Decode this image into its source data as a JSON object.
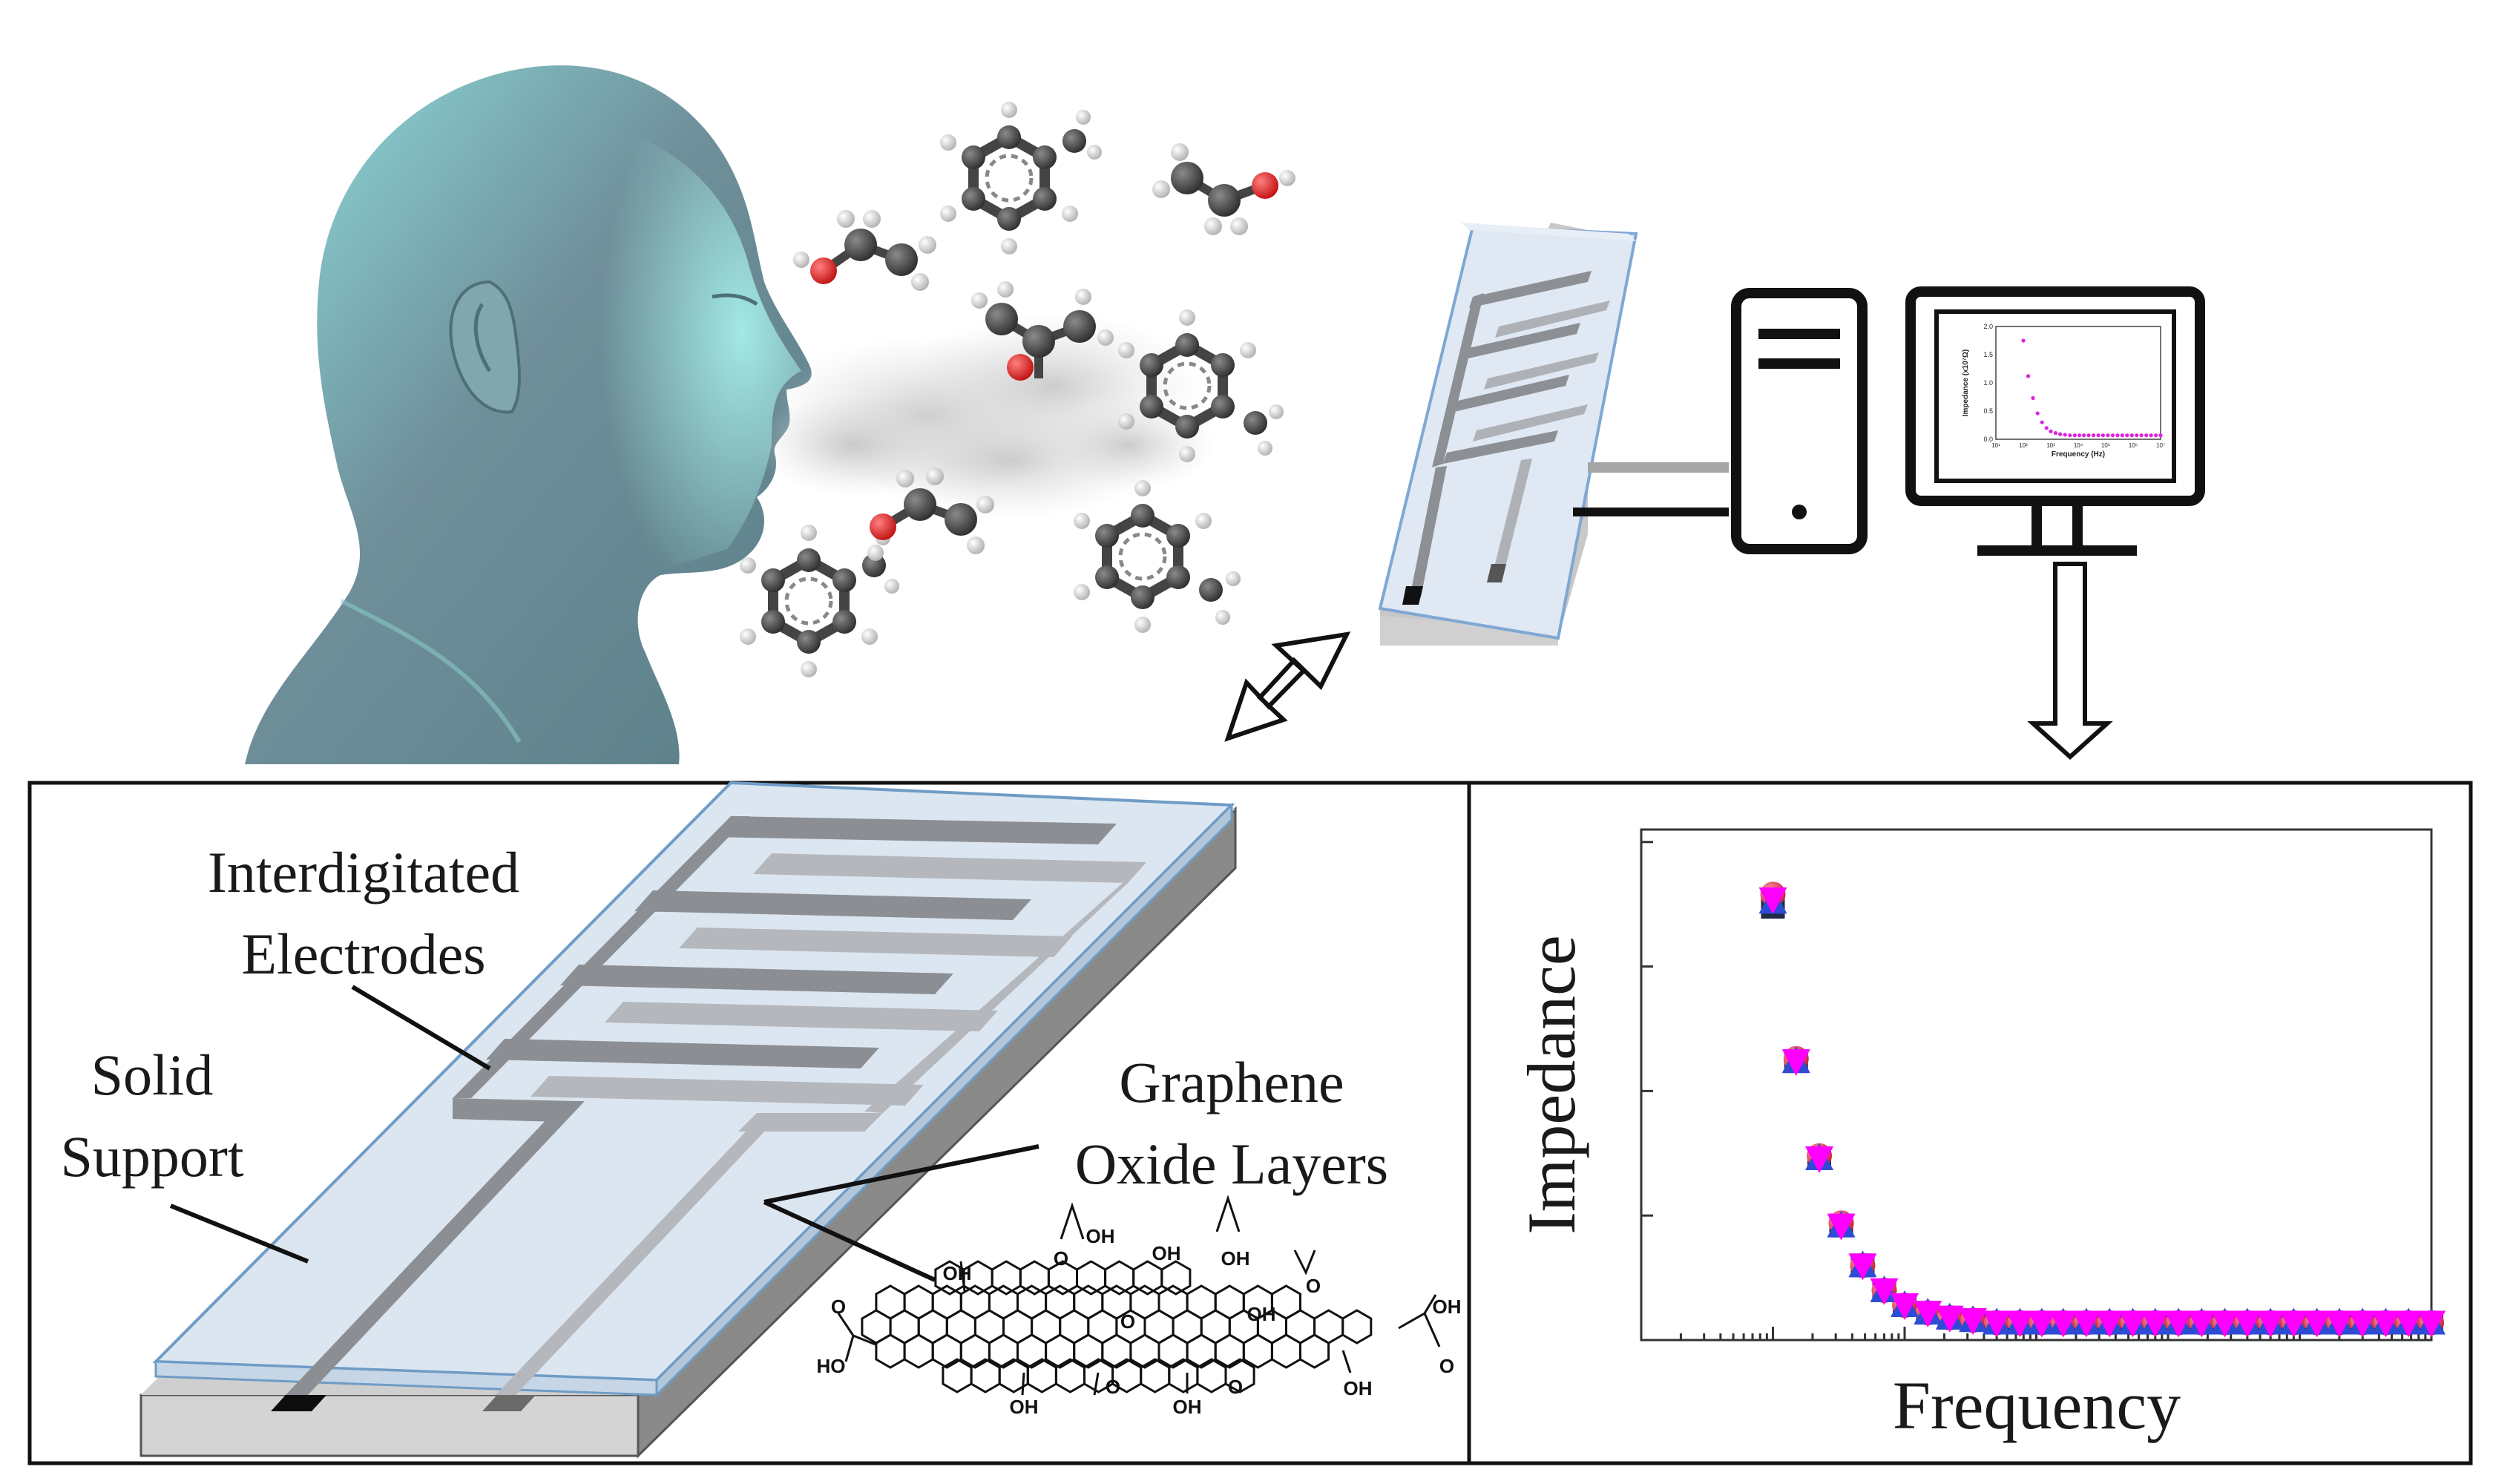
{
  "labels": {
    "interdigitated_line1": "Interdigitated",
    "interdigitated_line2": "Electrodes",
    "solid_line1": "Solid",
    "solid_line2": "Support",
    "graphene_line1": "Graphene",
    "graphene_line2": "Oxide Layers"
  },
  "molecule_labels": {
    "oh": "OH",
    "ho": "HO",
    "o": "O"
  },
  "chart_data": [
    {
      "type": "scatter",
      "title": "",
      "xlabel": "Frequency",
      "ylabel": "Impedance",
      "x_scale": "log",
      "xlim": [
        10,
        10000000
      ],
      "ylim": [
        0,
        2.05
      ],
      "grid": false,
      "x": [
        100,
        150,
        225,
        330,
        480,
        700,
        1000,
        1500,
        2200,
        3300,
        5000,
        7500,
        11000,
        16000,
        24000,
        36000,
        54000,
        80000,
        120000,
        180000,
        270000,
        400000,
        600000,
        900000,
        1350000,
        2000000,
        3000000,
        4500000,
        6700000,
        10000000
      ],
      "series": [
        {
          "color": "#1f2a44",
          "marker": "square",
          "values": [
            1.74,
            1.12,
            0.73,
            0.46,
            0.3,
            0.2,
            0.14,
            0.11,
            0.09,
            0.08,
            0.07,
            0.07,
            0.07,
            0.07,
            0.07,
            0.07,
            0.07,
            0.07,
            0.07,
            0.07,
            0.07,
            0.07,
            0.07,
            0.07,
            0.07,
            0.07,
            0.07,
            0.07,
            0.07,
            0.07
          ]
        },
        {
          "color": "#d8334a",
          "marker": "circle",
          "values": [
            1.79,
            1.13,
            0.74,
            0.47,
            0.3,
            0.2,
            0.14,
            0.11,
            0.09,
            0.08,
            0.07,
            0.07,
            0.07,
            0.07,
            0.07,
            0.07,
            0.07,
            0.07,
            0.07,
            0.07,
            0.07,
            0.07,
            0.07,
            0.07,
            0.07,
            0.07,
            0.07,
            0.07,
            0.07,
            0.07
          ]
        },
        {
          "color": "#2e4bd6",
          "marker": "triangle-up",
          "values": [
            1.76,
            1.12,
            0.73,
            0.46,
            0.3,
            0.2,
            0.14,
            0.11,
            0.09,
            0.08,
            0.07,
            0.07,
            0.07,
            0.07,
            0.07,
            0.07,
            0.07,
            0.07,
            0.07,
            0.07,
            0.07,
            0.07,
            0.07,
            0.07,
            0.07,
            0.07,
            0.07,
            0.07,
            0.07,
            0.07
          ]
        },
        {
          "color": "#ff00ff",
          "marker": "triangle-down",
          "values": [
            1.77,
            1.12,
            0.73,
            0.46,
            0.3,
            0.2,
            0.14,
            0.11,
            0.09,
            0.08,
            0.07,
            0.07,
            0.07,
            0.07,
            0.07,
            0.07,
            0.07,
            0.07,
            0.07,
            0.07,
            0.07,
            0.07,
            0.07,
            0.07,
            0.07,
            0.07,
            0.07,
            0.07,
            0.07,
            0.07
          ]
        }
      ]
    },
    {
      "type": "scatter",
      "xlabel": "Frequency (Hz)",
      "ylabel": "Impedance (x10⁷Ω)",
      "x_scale": "log",
      "xlim": [
        10,
        10000000
      ],
      "ylim": [
        0,
        2.0
      ],
      "y_ticks": [
        "0.0",
        "0.5",
        "1.0",
        "1.5",
        "2.0"
      ],
      "x_ticks": [
        "10¹",
        "10²",
        "10³",
        "10⁴",
        "10⁵",
        "10⁶",
        "10⁷"
      ],
      "series": [
        {
          "color": "#e020e0",
          "marker": "circle",
          "values": [
            1.75,
            1.12,
            0.73,
            0.46,
            0.3,
            0.2,
            0.14,
            0.11,
            0.09,
            0.08,
            0.07,
            0.07,
            0.07,
            0.07,
            0.07,
            0.07,
            0.07,
            0.07,
            0.07,
            0.07,
            0.07,
            0.07,
            0.07,
            0.07,
            0.07,
            0.07,
            0.07,
            0.07,
            0.07,
            0.07
          ]
        }
      ]
    }
  ]
}
